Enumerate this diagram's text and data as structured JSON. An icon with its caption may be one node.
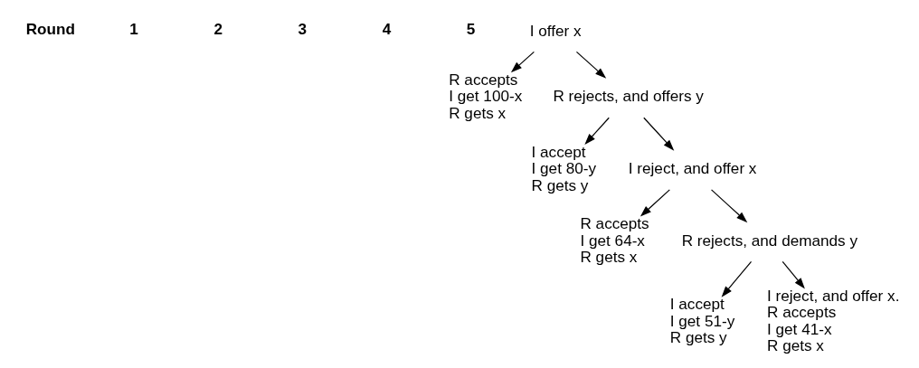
{
  "diagram": {
    "nodes": [
      {
        "text": [
          "I offer x"
        ]
      },
      {
        "text": [
          "R accepts",
          "I get 100-x",
          "R gets x"
        ]
      },
      {
        "text": [
          "R rejects, and offers y"
        ]
      },
      {
        "text": [
          "I accept",
          "I get 80-y",
          "R gets y"
        ]
      },
      {
        "text": [
          "I reject, and offer x"
        ]
      },
      {
        "text": [
          "R accepts",
          "I get 64-x",
          "R gets x"
        ]
      },
      {
        "text": [
          "R rejects, and demands y"
        ]
      },
      {
        "text": [
          "I accept",
          "I get 51-y",
          "R gets y"
        ]
      },
      {
        "text": [
          "I reject, and offer x.",
          "R accepts",
          "I get 41-x",
          "R gets x"
        ]
      }
    ],
    "edges": [
      {
        "from": 0,
        "to": 1,
        "arrow": "to"
      },
      {
        "from": 0,
        "to": 2,
        "arrow": "to"
      },
      {
        "from": 2,
        "to": 3,
        "arrow": "to"
      },
      {
        "from": 2,
        "to": 4,
        "arrow": "to"
      },
      {
        "from": 4,
        "to": 5,
        "arrow": "to"
      },
      {
        "from": 4,
        "to": 6,
        "arrow": "to"
      },
      {
        "from": 6,
        "to": 7,
        "arrow": "to"
      },
      {
        "from": 6,
        "to": 8,
        "arrow": "to"
      }
    ],
    "labels": [
      "Round",
      "1",
      "2",
      "3",
      "4",
      "5"
    ]
  }
}
